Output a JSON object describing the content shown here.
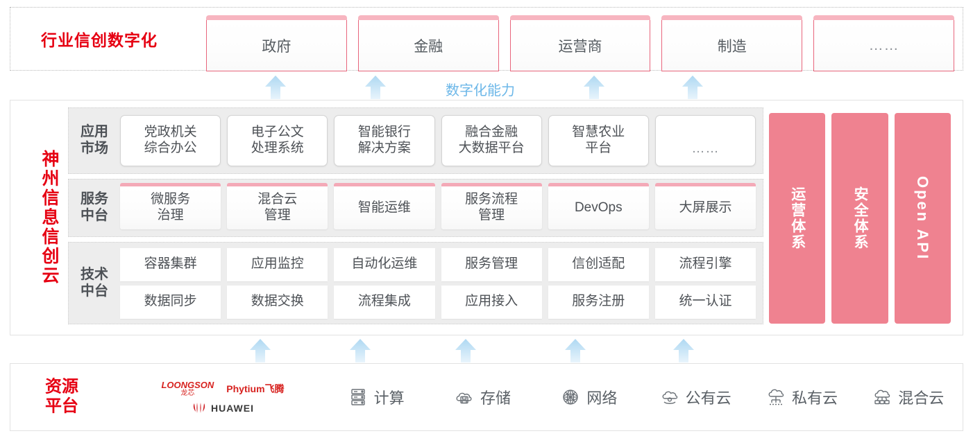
{
  "industry": {
    "label": "行业信创数字化",
    "boxes": [
      {
        "label": "政府"
      },
      {
        "label": "金融"
      },
      {
        "label": "运营商"
      },
      {
        "label": "制造"
      },
      {
        "label": "……"
      }
    ]
  },
  "capability": {
    "label": "数字化能力"
  },
  "cloud": {
    "title_chars": [
      "神",
      "州",
      "信",
      "息",
      "信",
      "创",
      "云"
    ],
    "tiers": [
      {
        "label_lines": [
          "应用",
          "市场"
        ],
        "style": "round",
        "cells": [
          {
            "lines": [
              "党政机关",
              "综合办公"
            ]
          },
          {
            "lines": [
              "电子公文",
              "处理系统"
            ]
          },
          {
            "lines": [
              "智能银行",
              "解决方案"
            ]
          },
          {
            "lines": [
              "融合金融",
              "大数据平台"
            ]
          },
          {
            "lines": [
              "智慧农业",
              "平台"
            ]
          },
          {
            "lines": [
              "……"
            ],
            "dots": true
          }
        ]
      },
      {
        "label_lines": [
          "服务",
          "中台"
        ],
        "style": "topbar",
        "cells": [
          {
            "lines": [
              "微服务",
              "治理"
            ]
          },
          {
            "lines": [
              "混合云",
              "管理"
            ]
          },
          {
            "lines": [
              "智能运维"
            ]
          },
          {
            "lines": [
              "服务流程",
              "管理"
            ]
          },
          {
            "lines": [
              "DevOps"
            ]
          },
          {
            "lines": [
              "大屏展示"
            ]
          }
        ]
      },
      {
        "label_lines": [
          "技术",
          "中台"
        ],
        "style": "flat",
        "rows": [
          [
            "容器集群",
            "应用监控",
            "自动化运维",
            "服务管理",
            "信创适配",
            "流程引擎"
          ],
          [
            "数据同步",
            "数据交换",
            "流程集成",
            "应用接入",
            "服务注册",
            "统一认证"
          ]
        ]
      }
    ],
    "pillars": [
      {
        "label": "运营体系",
        "latin": false
      },
      {
        "label": "安全体系",
        "latin": false
      },
      {
        "label": "Open API",
        "latin": true
      }
    ]
  },
  "resource": {
    "label_lines": [
      "资源",
      "平台"
    ],
    "logos": [
      {
        "name": "loongson",
        "en": "LOONGSON",
        "cn": "龙芯"
      },
      {
        "name": "phytium",
        "text": "Phytium飞腾"
      },
      {
        "name": "huawei",
        "text": "HUAWEI"
      }
    ],
    "items": [
      {
        "label": "计算",
        "icon": "server-icon"
      },
      {
        "label": "存储",
        "icon": "cloud-storage-icon"
      },
      {
        "label": "网络",
        "icon": "network-icon"
      },
      {
        "label": "公有云",
        "icon": "public-cloud-icon"
      },
      {
        "label": "私有云",
        "icon": "private-cloud-icon"
      },
      {
        "label": "混合云",
        "icon": "hybrid-cloud-icon"
      }
    ]
  },
  "colors": {
    "brand_red": "#e60012",
    "pink": "#ef8290",
    "pink_light": "#f4a9b7",
    "arrow_blue": "#bfe0f5",
    "capability_blue": "#6cb7e8",
    "tier_bg": "#ededed"
  }
}
